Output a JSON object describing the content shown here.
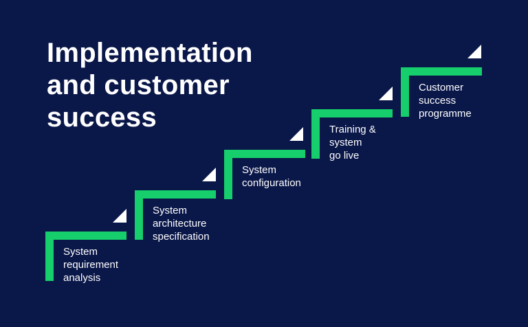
{
  "colors": {
    "background": "#0a1749",
    "bar_green": "#16ce6b",
    "text_white": "#ffffff"
  },
  "title": {
    "lines": [
      "Implementation",
      "and customer",
      "success"
    ]
  },
  "steps": [
    {
      "label_lines": [
        "System",
        "requirement",
        "analysis"
      ]
    },
    {
      "label_lines": [
        "System",
        "architecture",
        "specification"
      ]
    },
    {
      "label_lines": [
        "System",
        "configuration"
      ]
    },
    {
      "label_lines": [
        "Training &",
        "system",
        "go live"
      ]
    },
    {
      "label_lines": [
        "Customer",
        "success",
        "programme"
      ]
    }
  ],
  "icons": {
    "step_marker": "triangle-up-right"
  }
}
